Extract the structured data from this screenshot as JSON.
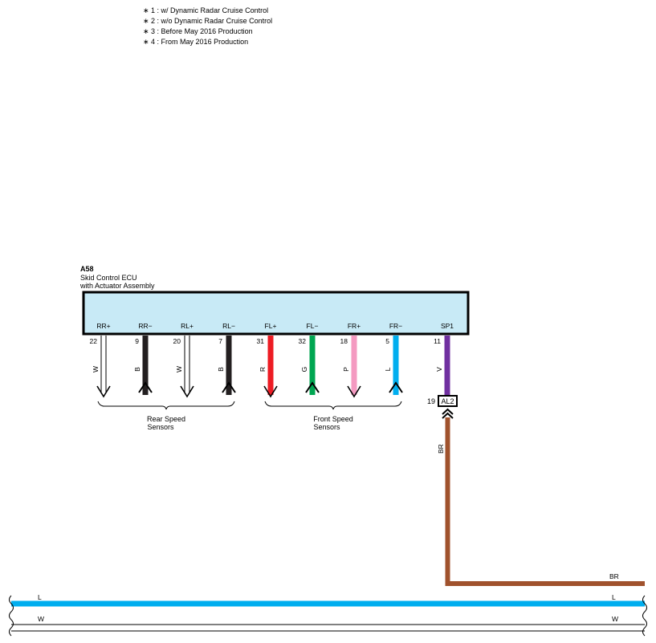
{
  "notes": [
    "∗ 1 : w/ Dynamic Radar Cruise Control",
    "∗ 2 : w/o Dynamic Radar Cruise Control",
    "∗ 3 : Before May 2016 Production",
    "∗ 4 : From May 2016 Production"
  ],
  "ecu": {
    "code": "A58",
    "name_line1": "Skid Control ECU",
    "name_line2": "with Actuator Assembly",
    "box_color": "#c8eaf6"
  },
  "terminals": [
    {
      "name": "RR+",
      "pin": "22",
      "wire": "W",
      "color": "#ffffff",
      "direction": "down"
    },
    {
      "name": "RR−",
      "pin": "9",
      "wire": "B",
      "color": "#231f20",
      "direction": "up"
    },
    {
      "name": "RL+",
      "pin": "20",
      "wire": "W",
      "color": "#ffffff",
      "direction": "down"
    },
    {
      "name": "RL−",
      "pin": "7",
      "wire": "B",
      "color": "#231f20",
      "direction": "up"
    },
    {
      "name": "FL+",
      "pin": "31",
      "wire": "R",
      "color": "#ed1c24",
      "direction": "down"
    },
    {
      "name": "FL−",
      "pin": "32",
      "wire": "G",
      "color": "#00a651",
      "direction": "up"
    },
    {
      "name": "FR+",
      "pin": "18",
      "wire": "P",
      "color": "#f49ac1",
      "direction": "down"
    },
    {
      "name": "FR−",
      "pin": "5",
      "wire": "L",
      "color": "#00aeef",
      "direction": "up"
    },
    {
      "name": "SP1",
      "pin": "11",
      "wire": "V",
      "color": "#7030a0",
      "direction": "none"
    }
  ],
  "groups": {
    "rear_line1": "Rear Speed",
    "rear_line2": "Sensors",
    "front_line1": "Front Speed",
    "front_line2": "Sensors"
  },
  "connector": {
    "pin": "19",
    "code": "AL2"
  },
  "harness": {
    "br_wire_label": "BR",
    "br_color": "#a0522d",
    "bus_l_label": "L",
    "bus_l_color": "#00aeef",
    "bus_w_label": "W"
  }
}
